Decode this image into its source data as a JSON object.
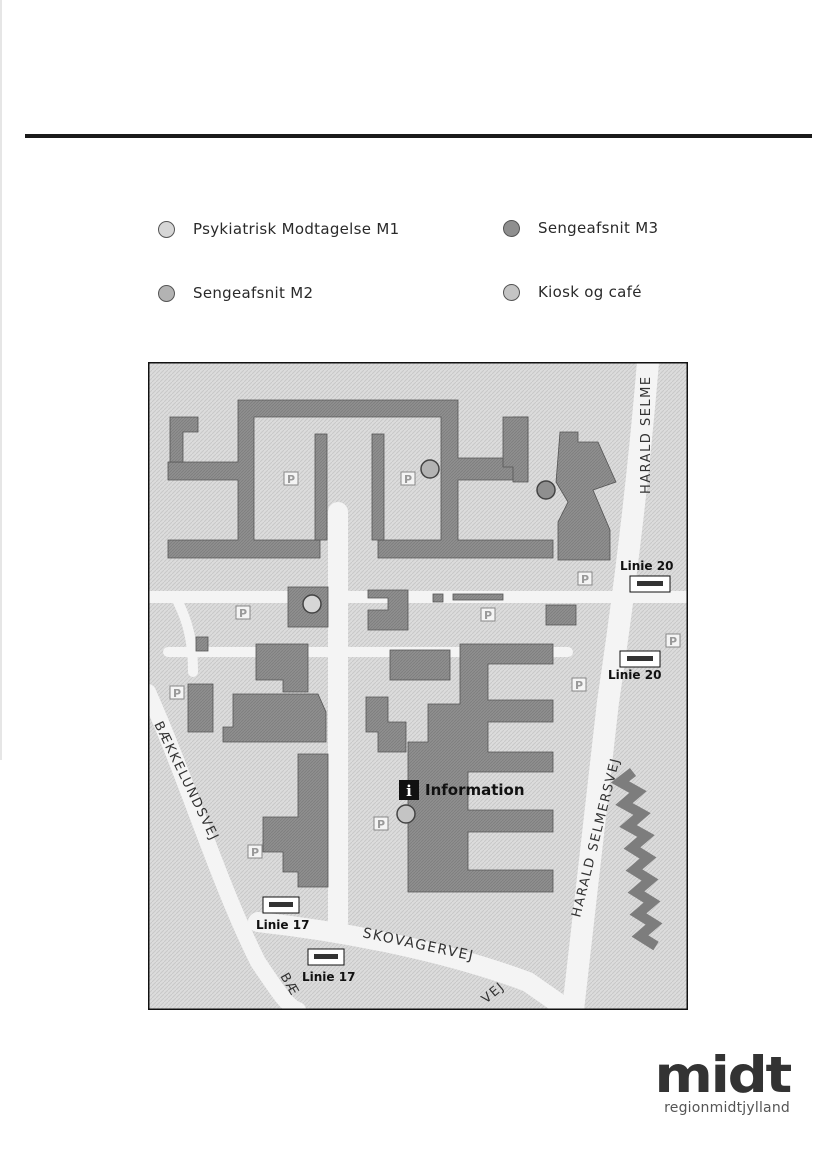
{
  "legend": {
    "m1": "Psykiatrisk Modtagelse M1",
    "m3": "Sengeafsnit M3",
    "m2": "Sengeafsnit M2",
    "kiosk": "Kiosk og café"
  },
  "map": {
    "streets": {
      "harald_top": "HARALD SELME",
      "harald_main": "HARALD SELMERSVEJ",
      "baekkelundsvej": "BÆKKELUNDSVEJ",
      "skovagervej": "SKOVAGERVEJ",
      "bae_fragment": "BÆ",
      "vej_fragment": "VEJ"
    },
    "bus": {
      "top_right": "Linie 20",
      "mid_right": "Linie 20",
      "bottom_left": "Linie 17",
      "bottom_mid": "Linie 17"
    },
    "parking_label": "P",
    "info_label": "i",
    "information": "Information"
  },
  "logo": {
    "main": "midt",
    "sub": "regionmidtjylland"
  },
  "colors": {
    "building": "#8f8f8f",
    "road": "#f4f4f4",
    "ground": "#dcdcdc",
    "rule": "#1a1a1a"
  }
}
